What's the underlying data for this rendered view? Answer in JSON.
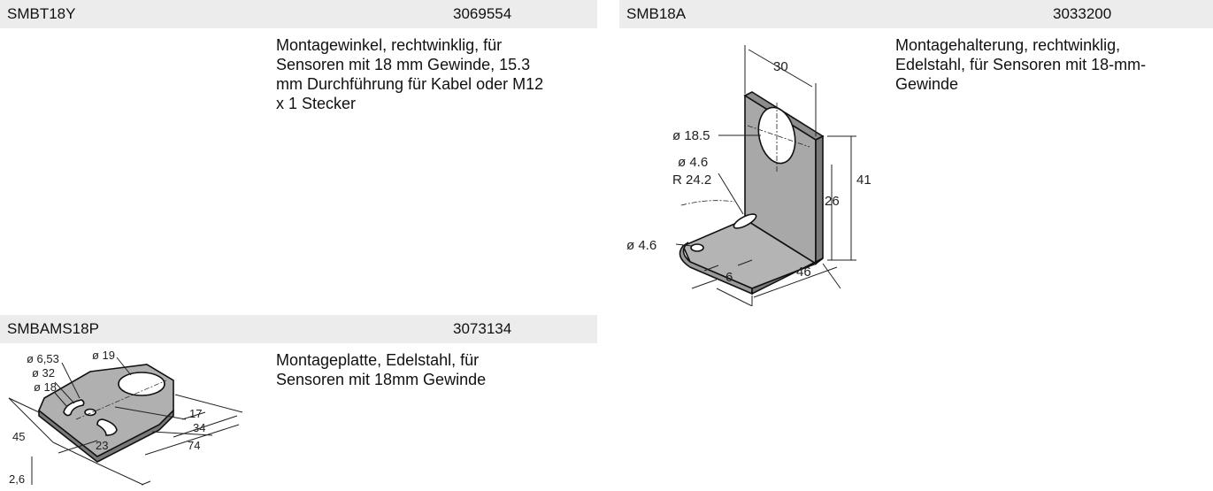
{
  "products": [
    {
      "name": "SMBT18Y",
      "code": "3069554",
      "description": "Montagewinkel, rechtwinklig, für\nSensoren mit 18 mm Gewinde, 15.3\nmm Durchführung für Kabel oder M12\nx 1 Stecker"
    },
    {
      "name": "SMB18A",
      "code": "3033200",
      "description": "Montagehalterung, rechtwinklig,\nEdelstahl, für Sensoren mit 18-mm-\nGewinde",
      "drawing_labels": {
        "width": "30",
        "hole": "ø 18.5",
        "slot": "ø 4.6",
        "radius": "R 24.2",
        "height_total": "41",
        "height_hole": "26",
        "foot_hole": "ø 4.6",
        "slot_width": "6",
        "depth": "46"
      }
    },
    {
      "name": "SMBAMS18P",
      "code": "3073134",
      "description": "Montageplatte, Edelstahl, für\nSensoren mit 18mm Gewinde",
      "drawing_labels": {
        "d_small": "ø 6,53",
        "d_big": "ø 19",
        "d32": "ø 32",
        "d18": "ø 18",
        "w17": "17",
        "w34": "34",
        "w74": "74",
        "w45": "45",
        "w23": "23",
        "thickness": "2,6"
      }
    }
  ]
}
